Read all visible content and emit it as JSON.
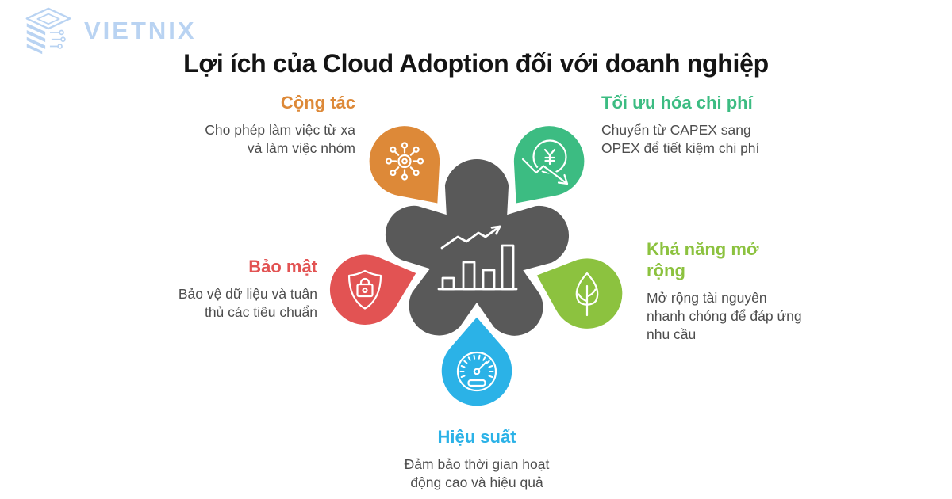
{
  "brand": {
    "name": "VIETNIX"
  },
  "title": "Lợi ích của Cloud Adoption đối với doanh nghiệp",
  "center": {
    "icon": "growth-bar-chart-icon",
    "color": "#595959"
  },
  "benefits": [
    {
      "id": "collaboration",
      "title": "Cộng tác",
      "description": "Cho phép làm việc từ xa và làm việc nhóm",
      "color": "#DD8938",
      "icon": "network-share-icon",
      "position": "top-left"
    },
    {
      "id": "cost-optimization",
      "title": "Tối ưu hóa chi phí",
      "description": "Chuyển từ CAPEX sang OPEX để tiết kiệm chi phí",
      "color": "#3CBC82",
      "icon": "yen-cost-down-icon",
      "position": "top-right"
    },
    {
      "id": "security",
      "title": "Bảo mật",
      "description": "Bảo vệ dữ liệu và tuân thủ các tiêu chuẩn",
      "color": "#E25353",
      "icon": "shield-lock-icon",
      "position": "left"
    },
    {
      "id": "scalability",
      "title": "Khả năng mở rộng",
      "description": "Mở rộng tài nguyên nhanh chóng để đáp ứng nhu cầu",
      "color": "#8CC23F",
      "icon": "leaf-icon",
      "position": "right"
    },
    {
      "id": "performance",
      "title": "Hiệu suất",
      "description": "Đảm bảo thời gian hoạt động cao và hiệu quả",
      "color": "#2BB2E7",
      "icon": "gauge-icon",
      "position": "bottom"
    }
  ],
  "colors": {
    "logo_blue": "#B9D3F2",
    "title_text": "#141414",
    "description_text": "#4D4D4D",
    "background": "#FFFFFF"
  }
}
